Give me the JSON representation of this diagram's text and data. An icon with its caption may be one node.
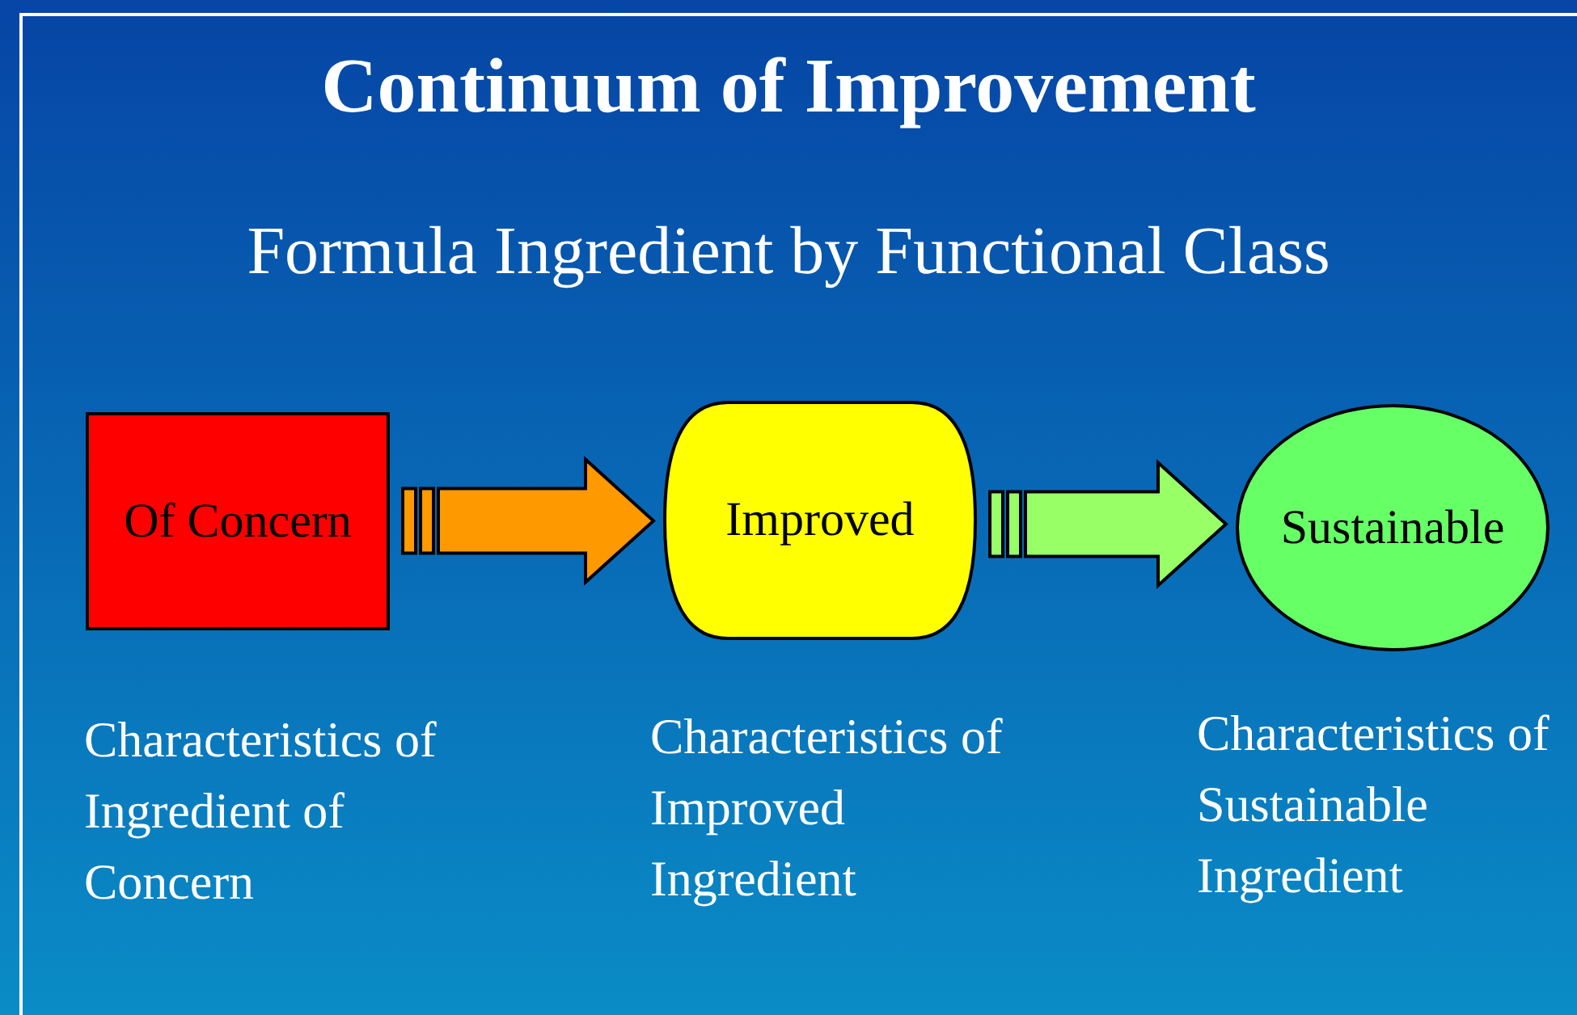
{
  "diagram": {
    "title": "Continuum of Improvement",
    "caption": "Formula Ingredient by Functional Class",
    "nodes": [
      {
        "text": [
          "Of Concern"
        ],
        "beside": [
          "Characteristics of Ingredient of Concern"
        ]
      },
      {
        "text": [
          "Improved"
        ],
        "beside": [
          "Characteristics of Improved Ingredient"
        ]
      },
      {
        "text": [
          "Sustainable"
        ],
        "beside": [
          "Characteristics of Sustainable Ingredient"
        ]
      }
    ],
    "edges": [
      {
        "from": 0,
        "to": 1,
        "arrow": "to",
        "style": "thick",
        "color": "#ff9900"
      },
      {
        "from": 1,
        "to": 2,
        "arrow": "to",
        "style": "thick",
        "color": "#99ff66"
      }
    ]
  }
}
